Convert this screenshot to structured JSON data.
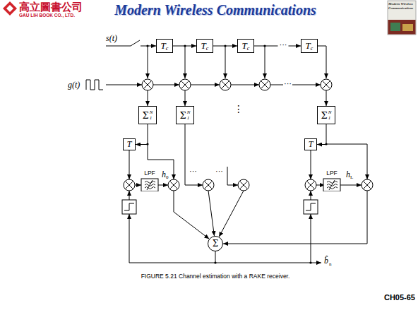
{
  "diagram": {
    "title": "Modern Wireless Communications",
    "caption": "FIGURE 5.21 Channel estimation with a RAKE receiver.",
    "nodes": [
      {
        "text": [
          "T",
          "c"
        ]
      },
      {
        "text": [
          "T",
          "c"
        ]
      },
      {
        "text": [
          "T",
          "c"
        ]
      },
      {
        "text": [
          "T",
          "c"
        ]
      },
      {
        "text": [
          "Σ",
          "N",
          "1"
        ]
      },
      {
        "text": [
          "Σ",
          "N",
          "1"
        ]
      },
      {
        "text": [
          "Σ",
          "N",
          "1"
        ]
      },
      {
        "text": [
          "T"
        ]
      },
      {
        "text": [
          "T"
        ]
      },
      {
        "text": [
          "LPF"
        ]
      },
      {
        "text": [
          "LPF"
        ]
      },
      {
        "text": [
          "Σ"
        ]
      }
    ],
    "edges": [
      {
        "from": 0,
        "to": 1,
        "arrow": "to"
      },
      {
        "from": 1,
        "to": 2,
        "arrow": "to"
      },
      {
        "from": 2,
        "to": 3,
        "arrow": "to",
        "label": "···"
      },
      {
        "from": 4,
        "to": 7,
        "arrow": "to"
      },
      {
        "from": 6,
        "to": 8,
        "arrow": "to"
      }
    ],
    "labels": [
      "高立圖書公司",
      "GAU LIH BOOK CO., LTD.",
      "Modern Wireless Communications",
      "s(t)",
      "g(t)",
      "···",
      "⋮",
      "···",
      "···",
      "h",
      "0",
      "h",
      "L",
      "b̂",
      "n",
      "CH05-65"
    ]
  }
}
